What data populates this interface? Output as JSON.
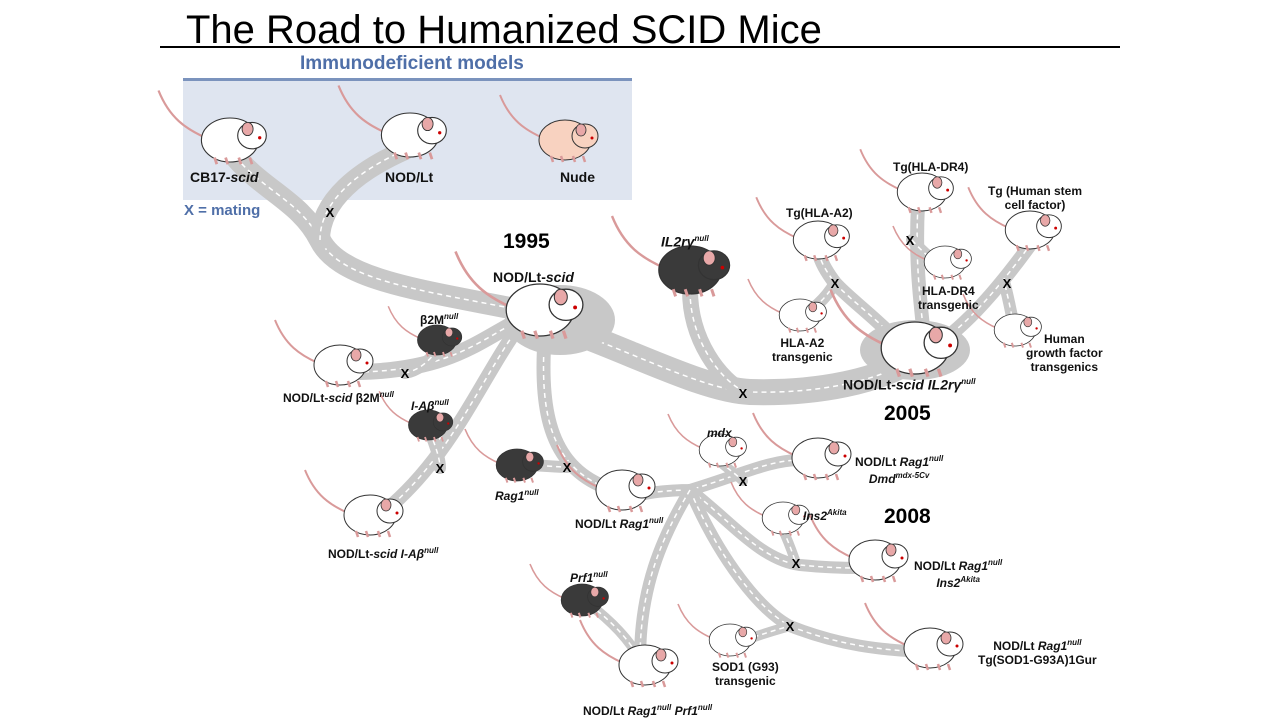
{
  "title": "The Road to Humanized SCID Mice",
  "box": {
    "title": "Immunodeficient models",
    "legend": "X =  mating"
  },
  "mating_mark": "X",
  "years": [
    "1995",
    "2005",
    "2008"
  ],
  "labels": {
    "cb17": [
      "CB17-",
      "scid"
    ],
    "nodlt": "NOD/Lt",
    "nude": "Nude",
    "nodscid": [
      "NOD/Lt-",
      "scid"
    ],
    "il2": [
      "IL2rγ",
      "null"
    ],
    "b2m": [
      "β2M",
      "null"
    ],
    "nodb2m": [
      "NOD/Lt-",
      "scid",
      " β2M",
      "null"
    ],
    "iab": [
      "I-Aβ",
      "null"
    ],
    "nodiab": [
      "NOD/Lt-",
      "scid",
      " I-Aβ",
      "null"
    ],
    "rag1": [
      "Rag1",
      "null"
    ],
    "nodrag1": [
      "NOD/Lt ",
      "Rag1",
      "null"
    ],
    "mdx": "mdx",
    "noddmd": [
      "NOD/Lt ",
      "Rag1",
      "null",
      "Dmd",
      "mdx-5Cv"
    ],
    "ins2": [
      "Ins2",
      "Akita"
    ],
    "nodins2": [
      "NOD/Lt ",
      "Rag1",
      "null",
      "Ins2",
      "Akita"
    ],
    "prf1": [
      "Prf1",
      "null"
    ],
    "nodprf1": [
      "NOD/Lt ",
      "Rag1",
      "null",
      " Prf1",
      "null"
    ],
    "sod1": [
      "SOD1 (G93)",
      "transgenic"
    ],
    "nodsod1": [
      "NOD/Lt ",
      "Rag1",
      "null",
      "Tg(SOD1-G93A)1Gur"
    ],
    "nodil2": [
      "NOD/Lt-",
      "scid",
      " IL2rγ",
      "null"
    ],
    "tga2": "Tg(HLA-A2)",
    "a2tg": [
      "HLA-A2",
      "transgenic"
    ],
    "tgdr4": "Tg(HLA-DR4)",
    "dr4tg": [
      "HLA-DR4",
      "transgenic"
    ],
    "tgscf": [
      "Tg (Human stem",
      "cell factor)"
    ],
    "hgf": [
      "Human",
      "growth factor",
      "transgenics"
    ]
  },
  "colors": {
    "road": "#c8c8c8",
    "box": "#dfe5f0",
    "accent": "#4f6fa8",
    "white_mouse": "#ffffff",
    "black_mouse": "#3a3a3a",
    "nude_mouse": "#f8d2c0"
  }
}
